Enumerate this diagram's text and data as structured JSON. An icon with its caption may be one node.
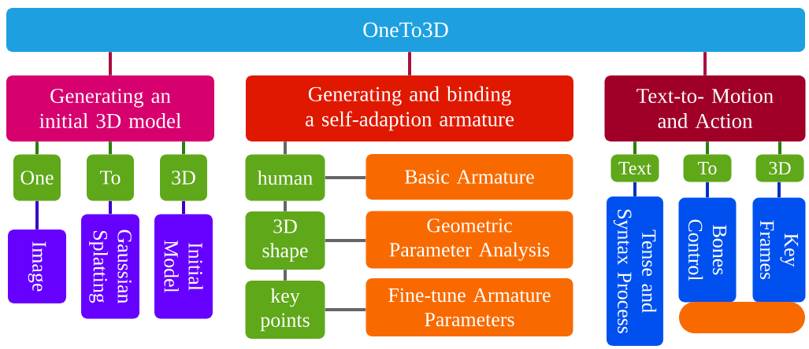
{
  "diagram": {
    "nodes": [
      {
        "text": [
          "OneTo3D"
        ]
      },
      {
        "text": [
          "Generating an initial 3D model"
        ]
      },
      {
        "text": [
          "Generating and binding a self-adaption armature"
        ]
      },
      {
        "text": [
          "Text-to- Motion and Action"
        ]
      },
      {
        "text": [
          "One"
        ]
      },
      {
        "text": [
          "To"
        ]
      },
      {
        "text": [
          "3D"
        ]
      },
      {
        "text": [
          "Image"
        ]
      },
      {
        "text": [
          "Gaussian Splatting"
        ]
      },
      {
        "text": [
          "Initial Model"
        ]
      },
      {
        "text": [
          "human"
        ]
      },
      {
        "text": [
          "3D shape"
        ]
      },
      {
        "text": [
          "key points"
        ]
      },
      {
        "text": [
          "Basic Armature"
        ]
      },
      {
        "text": [
          "Geometric Parameter Analysis"
        ]
      },
      {
        "text": [
          "Fine-tune Armature Parameters"
        ]
      },
      {
        "text": [
          "Text"
        ]
      },
      {
        "text": [
          "To"
        ]
      },
      {
        "text": [
          "3D"
        ]
      },
      {
        "text": [
          "Tense and Syntax Process"
        ]
      },
      {
        "text": [
          "Bones Control"
        ]
      },
      {
        "text": [
          "Key Frames"
        ]
      },
      {
        "text": [],
        "shape": "box"
      }
    ],
    "edges": [
      {
        "from": 0,
        "to": 1,
        "arrow": "none",
        "color": "#a8103c"
      },
      {
        "from": 0,
        "to": 2,
        "arrow": "none",
        "color": "#a8103c"
      },
      {
        "from": 0,
        "to": 3,
        "arrow": "none",
        "color": "#a8103c"
      },
      {
        "from": 1,
        "to": 4,
        "arrow": "none",
        "color": "#2e7d0f"
      },
      {
        "from": 1,
        "to": 5,
        "arrow": "none",
        "color": "#2e7d0f"
      },
      {
        "from": 1,
        "to": 6,
        "arrow": "none",
        "color": "#2e7d0f"
      },
      {
        "from": 4,
        "to": 7,
        "arrow": "none",
        "color": "#3a00c8"
      },
      {
        "from": 5,
        "to": 8,
        "arrow": "none",
        "color": "#3a00c8"
      },
      {
        "from": 6,
        "to": 9,
        "arrow": "none",
        "color": "#3a00c8"
      },
      {
        "from": 2,
        "to": 10,
        "arrow": "none",
        "color": "#666666"
      },
      {
        "from": 10,
        "to": 11,
        "arrow": "none",
        "color": "#666666"
      },
      {
        "from": 11,
        "to": 12,
        "arrow": "none",
        "color": "#666666"
      },
      {
        "from": 10,
        "to": 13,
        "arrow": "none",
        "color": "#666666"
      },
      {
        "from": 11,
        "to": 14,
        "arrow": "none",
        "color": "#666666"
      },
      {
        "from": 12,
        "to": 15,
        "arrow": "none",
        "color": "#666666"
      },
      {
        "from": 3,
        "to": 16,
        "arrow": "none",
        "color": "#2e7d0f"
      },
      {
        "from": 3,
        "to": 17,
        "arrow": "none",
        "color": "#2e7d0f"
      },
      {
        "from": 3,
        "to": 18,
        "arrow": "none",
        "color": "#2e7d0f"
      },
      {
        "from": 16,
        "to": 19,
        "arrow": "none",
        "color": "#0030c0"
      },
      {
        "from": 17,
        "to": 20,
        "arrow": "none",
        "color": "#0030c0"
      },
      {
        "from": 18,
        "to": 21,
        "arrow": "none",
        "color": "#0030c0"
      }
    ]
  }
}
